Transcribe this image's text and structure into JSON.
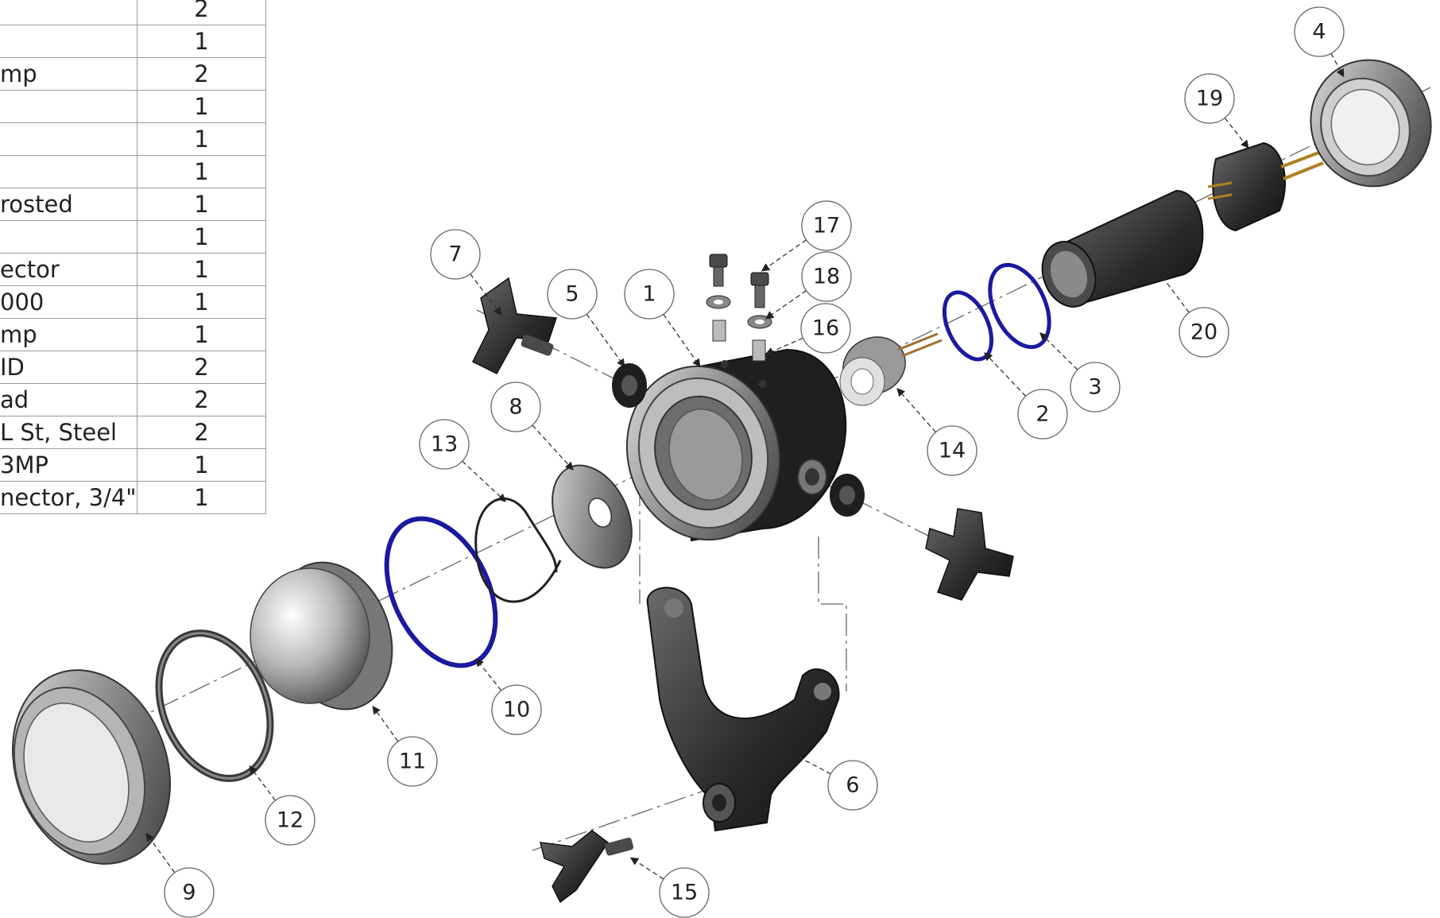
{
  "bom": {
    "rows": [
      {
        "desc": "",
        "qty": "2"
      },
      {
        "desc": "",
        "qty": "1"
      },
      {
        "desc": "mp",
        "qty": "2"
      },
      {
        "desc": "",
        "qty": "1"
      },
      {
        "desc": "",
        "qty": "1"
      },
      {
        "desc": "",
        "qty": "1"
      },
      {
        "desc": "rosted",
        "qty": "1"
      },
      {
        "desc": "",
        "qty": "1"
      },
      {
        "desc": "ector",
        "qty": "1"
      },
      {
        "desc": "000",
        "qty": "1"
      },
      {
        "desc": "mp",
        "qty": "1"
      },
      {
        "desc": "ID",
        "qty": "2"
      },
      {
        "desc": "ad",
        "qty": "2"
      },
      {
        "desc": "L St, Steel",
        "qty": "2"
      },
      {
        "desc": "3MP",
        "qty": "1"
      },
      {
        "desc": "nector, 3/4\"",
        "qty": "1"
      }
    ]
  },
  "balloons": [
    "1",
    "2",
    "3",
    "4",
    "5",
    "6",
    "7",
    "8",
    "9",
    "10",
    "11",
    "12",
    "13",
    "14",
    "15",
    "16",
    "17",
    "18",
    "19",
    "20"
  ],
  "colors": {
    "line": "#333333",
    "oring": "#1a1aa0",
    "dark_part": "#2b2b2b",
    "metal": "#8c8c8c",
    "light_metal": "#d8d8d8"
  }
}
